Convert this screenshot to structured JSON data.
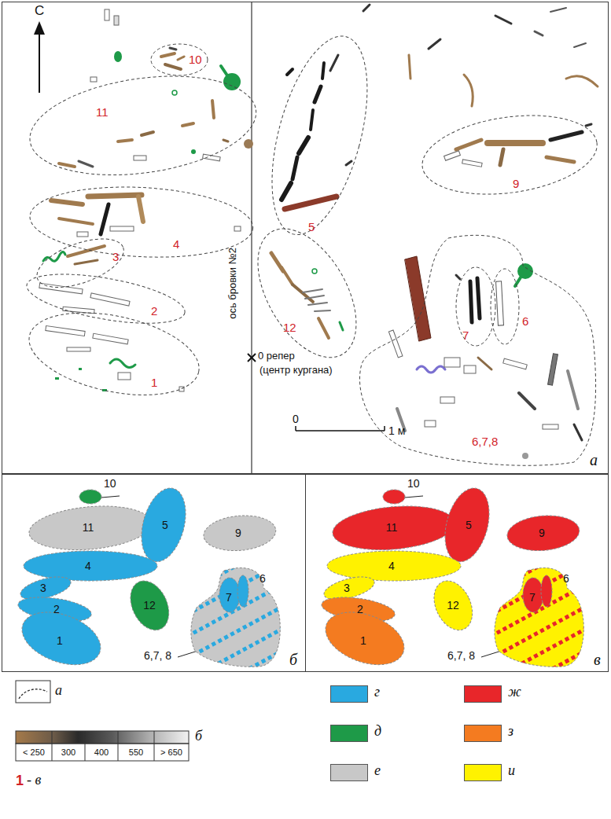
{
  "diagram": {
    "nodes": [
      {
        "text": [
          "а"
        ]
      },
      {
        "text": [
          "10"
        ],
        "in": 0
      },
      {
        "text": [
          "11"
        ],
        "in": 0
      },
      {
        "text": [
          "4"
        ],
        "in": 0
      },
      {
        "text": [
          "3"
        ],
        "in": 0
      },
      {
        "text": [
          "2"
        ],
        "in": 0
      },
      {
        "text": [
          "1"
        ],
        "in": 0
      },
      {
        "text": [
          "5"
        ],
        "in": 0
      },
      {
        "text": [
          "12"
        ],
        "in": 0
      },
      {
        "text": [
          "9"
        ],
        "in": 0
      },
      {
        "text": [
          "6,7,8"
        ],
        "in": 0
      },
      {
        "text": [
          "7"
        ],
        "in": 10
      },
      {
        "text": [
          "6"
        ],
        "in": 10
      },
      {
        "text": [
          "б"
        ]
      },
      {
        "text": [
          "10"
        ],
        "in": 13
      },
      {
        "text": [
          "11"
        ],
        "in": 13
      },
      {
        "text": [
          "5"
        ],
        "in": 13
      },
      {
        "text": [
          "4"
        ],
        "in": 13
      },
      {
        "text": [
          "3"
        ],
        "in": 13
      },
      {
        "text": [
          "2"
        ],
        "in": 13
      },
      {
        "text": [
          "1"
        ],
        "in": 13
      },
      {
        "text": [
          "12"
        ],
        "in": 13
      },
      {
        "text": [
          "9"
        ],
        "in": 13
      },
      {
        "text": [
          "6,7, 8"
        ],
        "in": 13
      },
      {
        "text": [
          "7"
        ],
        "in": 23
      },
      {
        "text": [
          "6"
        ],
        "in": 23
      },
      {
        "text": [
          "в"
        ]
      },
      {
        "text": [
          "10"
        ],
        "in": 26
      },
      {
        "text": [
          "11"
        ],
        "in": 26
      },
      {
        "text": [
          "5"
        ],
        "in": 26
      },
      {
        "text": [
          "4"
        ],
        "in": 26
      },
      {
        "text": [
          "3"
        ],
        "in": 26
      },
      {
        "text": [
          "2"
        ],
        "in": 26
      },
      {
        "text": [
          "1"
        ],
        "in": 26
      },
      {
        "text": [
          "12"
        ],
        "in": 26
      },
      {
        "text": [
          "9"
        ],
        "in": 26
      },
      {
        "text": [
          "6,7, 8"
        ],
        "in": 26
      },
      {
        "text": [
          "7"
        ],
        "in": 36
      },
      {
        "text": [
          "6"
        ],
        "in": 36
      }
    ],
    "labels": [
      "С",
      "ось бровки №2",
      "0 репер",
      "(центр кургана)",
      "0",
      "1 м",
      "< 250",
      "300",
      "400",
      "550",
      "> 650",
      "1"
    ],
    "legend": [
      {
        "text": "а"
      },
      {
        "text": "б"
      },
      {
        "text": "- в"
      },
      {
        "text": "г",
        "color": "#29a9e0"
      },
      {
        "text": "д",
        "color": "#1e9a48"
      },
      {
        "text": "е",
        "color": "#c8c8c8"
      },
      {
        "text": "ж",
        "color": "#e8262a"
      },
      {
        "text": "з",
        "color": "#f47b20"
      },
      {
        "text": "и",
        "color": "#fff200"
      }
    ]
  }
}
